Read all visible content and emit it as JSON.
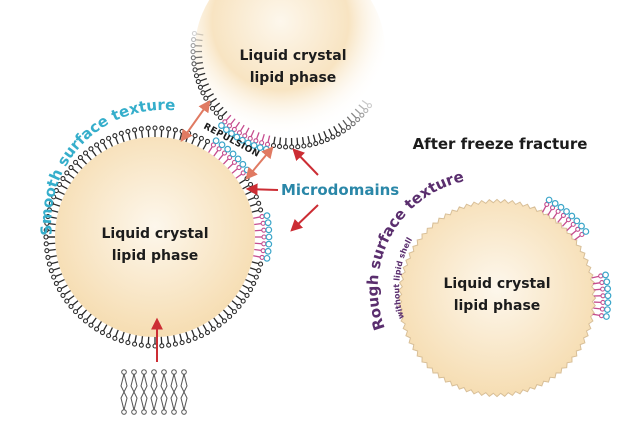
{
  "diagram": {
    "colors": {
      "lipid_fill": "#f7e2bd",
      "lipid_center": "#fdf6ea",
      "lipid_dark": "#2c2c2c",
      "microdomain_pink": "#c64d8f",
      "microdomain_blue": "#3aa5c9",
      "arrow_red": "#cc2d34",
      "repulsion_arrow": "#e07a62",
      "smooth_text": "#35aecb",
      "rough_text": "#5a2e6e",
      "micro_text": "#2a87a8"
    },
    "top_vesicle": {
      "label_line1": "Liquid crystal",
      "label_line2": "lipid phase"
    },
    "left_vesicle": {
      "label_line1": "Liquid crystal",
      "label_line2": "lipid phase"
    },
    "right_vesicle": {
      "label_line1": "Liquid crystal",
      "label_line2": "lipid phase"
    },
    "labels": {
      "repulsion": "REPULSION",
      "microdomains": "Microdomains",
      "smooth_surface": "Smooth surface texture",
      "after_freeze": "After freeze fracture",
      "rough_surface": "Rough surface texture",
      "rough_sub": "without lipid shell"
    },
    "icons": {
      "lipid_bilayer": "lipid-bilayer-icon",
      "arrow": "arrow-icon",
      "double_arrow": "double-arrow-icon"
    }
  }
}
